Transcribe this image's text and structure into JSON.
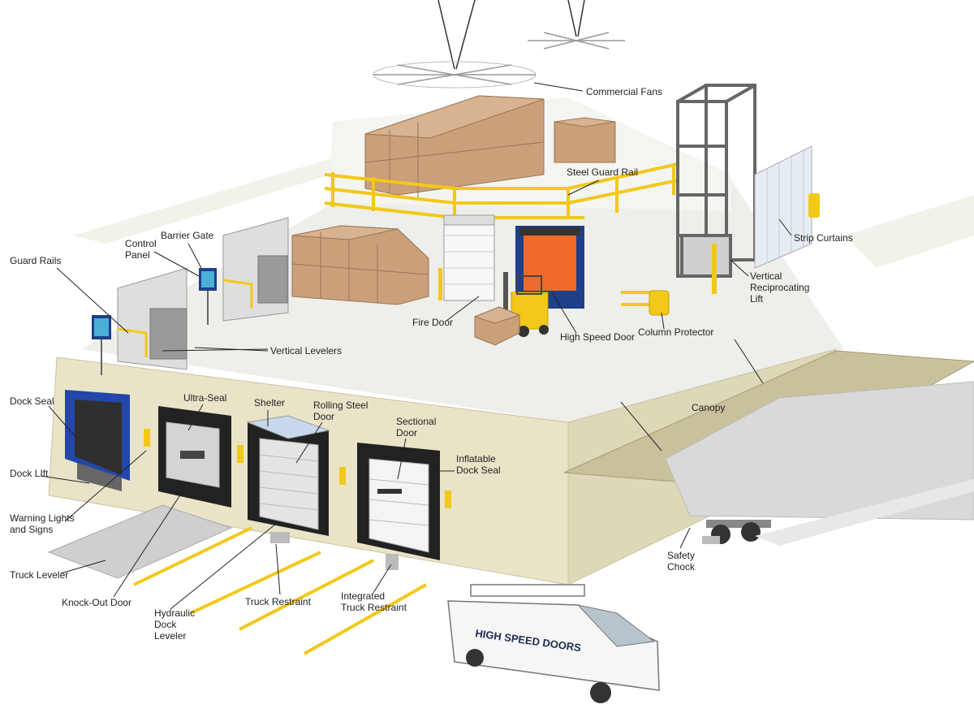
{
  "labels": {
    "commercial_fans": "Commercial Fans",
    "steel_guard_rail": "Steel Guard Rail",
    "strip_curtains": "Strip Curtains",
    "vertical_reciprocating_lift": "Vertical\nReciprocating\nLift",
    "column_protector": "Column Protector",
    "high_speed_door": "High Speed Door",
    "fire_door": "Fire Door",
    "barrier_gate": "Barrier Gate",
    "control_panel": "Control\nPanel",
    "guard_rails": "Guard Rails",
    "vertical_levelers": "Vertical Levelers",
    "dock_seal": "Dock Seal",
    "ultra_seal": "Ultra-Seal",
    "shelter": "Shelter",
    "rolling_steel_door": "Rolling Steel\nDoor",
    "sectional_door": "Sectional\nDoor",
    "inflatable_dock_seal": "Inflatable\nDock Seal",
    "canopy": "Canopy",
    "dock_lift": "Dock LIft",
    "warning_lights_signs": "Warning Lights\nand Signs",
    "truck_leveler": "Truck Leveler",
    "knock_out_door": "Knock-Out Door",
    "hydraulic_dock_leveler": "Hydraulic\nDock\nLeveler",
    "truck_restraint": "Truck Restraint",
    "integrated_truck_restraint": "Integrated\nTruck Restraint",
    "safety_chock": "Safety\nChock"
  },
  "van": {
    "text": "HIGH SPEED DOORS"
  },
  "colors": {
    "floor": "#ecece8",
    "wall_front": "#e9e4c8",
    "wall_side": "#ddd8b8",
    "box": "#c9a07a",
    "box_dark": "#a77f5b",
    "rail": "#f2c81a",
    "door_frame": "#2a2a2a",
    "dock_seal_blue": "#2346a8",
    "high_speed_orange": "#f06a2a",
    "forklift": "#f2c81a",
    "trailer": "#d9d9d9"
  }
}
